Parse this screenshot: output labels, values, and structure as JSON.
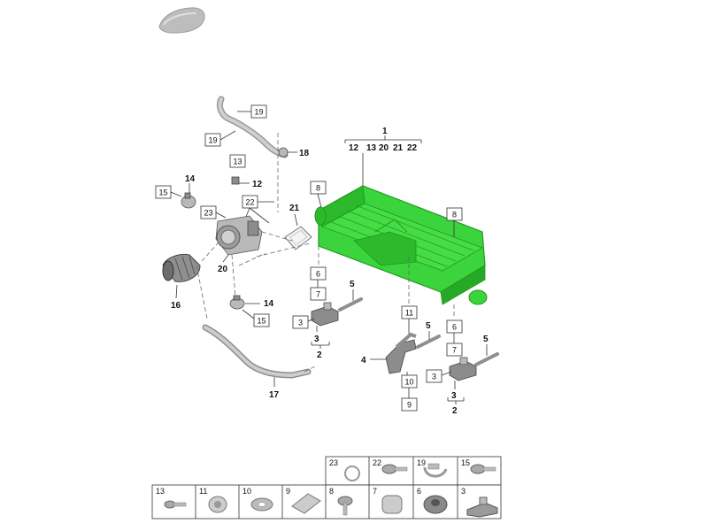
{
  "colors": {
    "highlight": "#3cd43c",
    "highlight_dark": "#1f9a1f",
    "part": "#b9b9b9",
    "line": "#333333"
  },
  "callouts": {
    "c1": "1",
    "c2a": "2",
    "c2b": "2",
    "c3a": "3",
    "c3b": "3",
    "c3c": "3",
    "c3d": "3",
    "c4": "4",
    "c5a": "5",
    "c5b": "5",
    "c5c": "5",
    "c6a": "6",
    "c6b": "6",
    "c7a": "7",
    "c7b": "7",
    "c8a": "8",
    "c8b": "8",
    "c9": "9",
    "c10": "10",
    "c11": "11",
    "c12a": "12",
    "c12b": "12",
    "c13a": "13",
    "c13b": "13",
    "c14a": "14",
    "c14b": "14",
    "c15a": "15",
    "c15b": "15",
    "c16": "16",
    "c17": "17",
    "c18": "18",
    "c19a": "19",
    "c19b": "19",
    "c20a": "20",
    "c20b": "20",
    "c21a": "21",
    "c21b": "21",
    "c22a": "22",
    "c22b": "22",
    "c23": "23"
  },
  "legend": {
    "top_row": [
      "23",
      "22",
      "19",
      "15"
    ],
    "bottom_row": [
      "13",
      "11",
      "10",
      "9",
      "8",
      "7",
      "6",
      "3"
    ]
  }
}
